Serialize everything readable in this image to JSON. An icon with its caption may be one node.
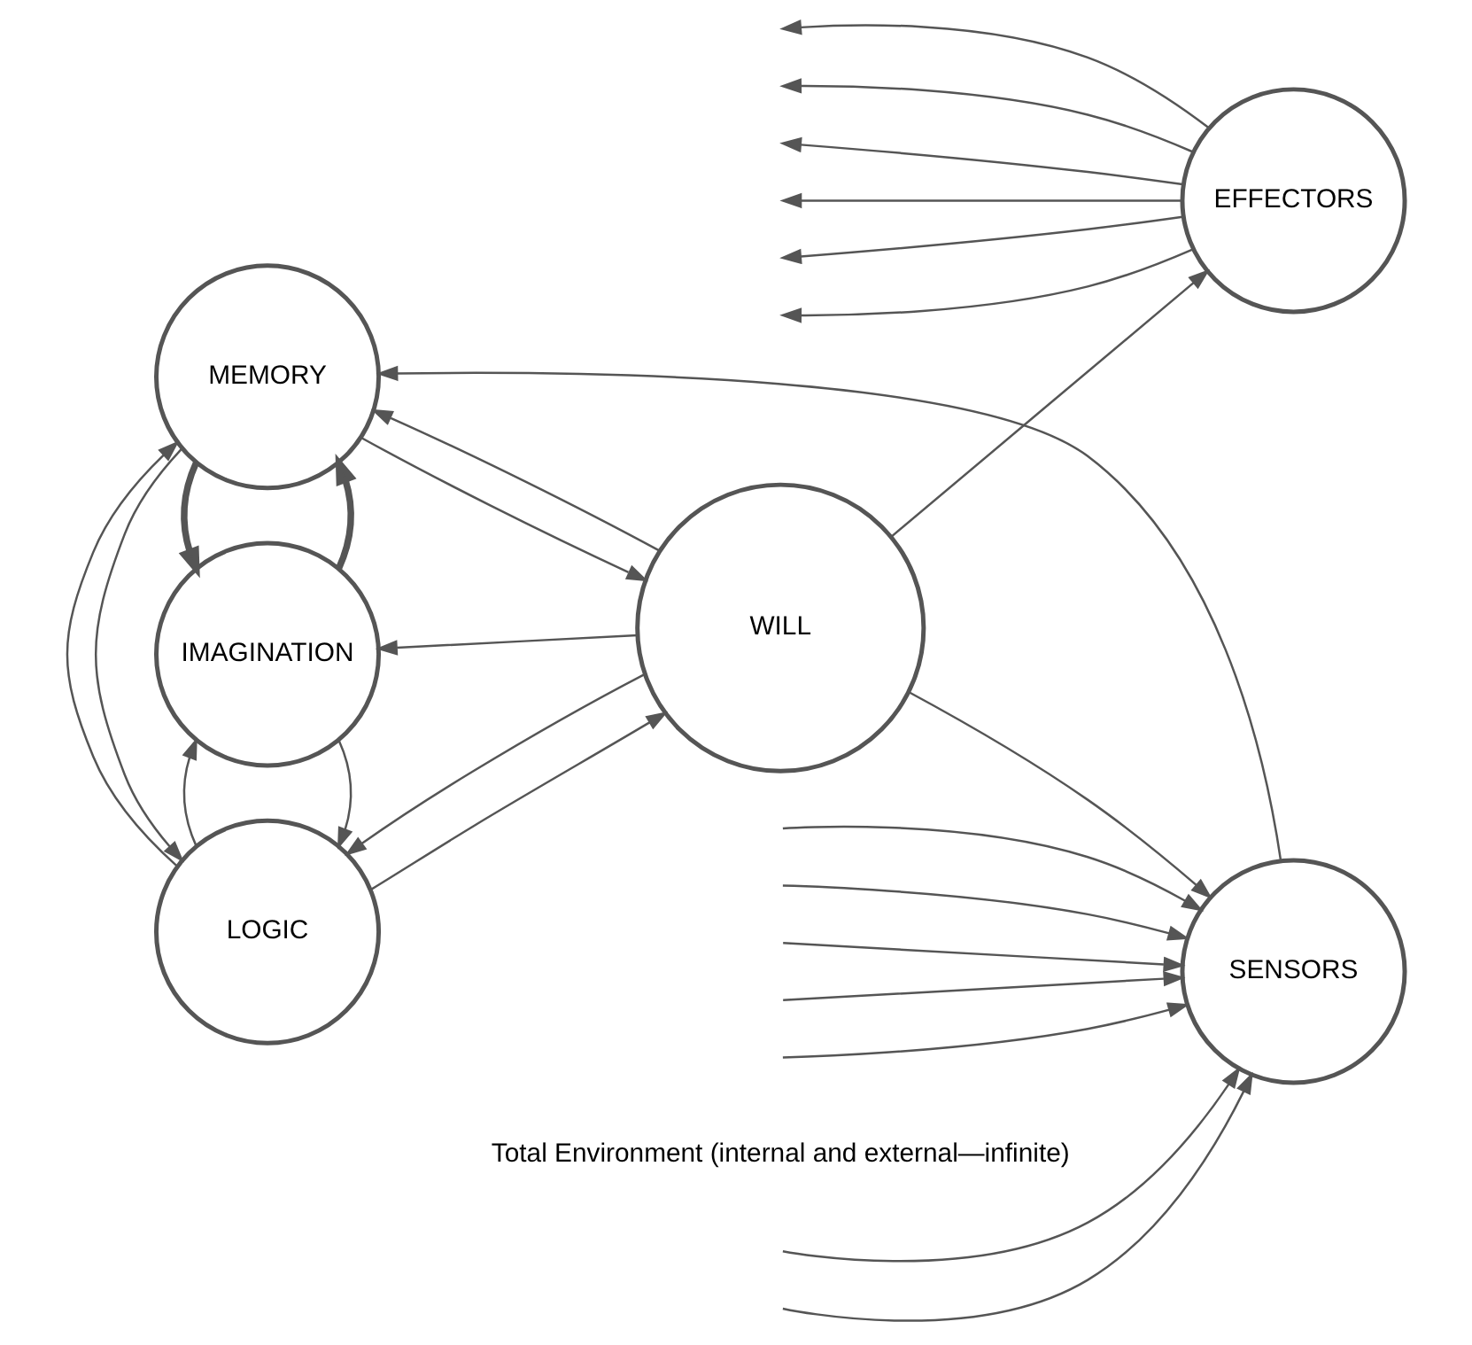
{
  "diagram": {
    "nodes": [
      {
        "text": [
          "IMAGINATION"
        ]
      },
      {
        "text": [
          "EFFECTORS"
        ]
      },
      {
        "text": [
          "WILL"
        ]
      },
      {
        "text": [
          "LOGIC"
        ]
      },
      {
        "text": [
          "SENSORS"
        ]
      },
      {
        "text": [
          "MEMORY"
        ]
      }
    ],
    "edges": [
      {
        "from": 2,
        "to": 0,
        "arrow": "to"
      },
      {
        "from": 0,
        "to": 3,
        "arrow": "to"
      },
      {
        "from": 3,
        "to": 0,
        "arrow": "to"
      },
      {
        "from": 2,
        "to": 1,
        "arrow": "to"
      },
      {
        "from": 3,
        "to": 2,
        "arrow": "to"
      },
      {
        "from": 2,
        "to": 3,
        "arrow": "to"
      },
      {
        "from": 2,
        "to": 4,
        "arrow": "to"
      },
      {
        "from": 2,
        "to": 5,
        "arrow": "to"
      },
      {
        "from": 5,
        "to": 2,
        "arrow": "to"
      },
      {
        "from": 5,
        "to": 3,
        "arrow": "to"
      },
      {
        "from": 3,
        "to": 5,
        "arrow": "to"
      },
      {
        "from": 4,
        "to": 5,
        "arrow": "to"
      },
      {
        "from": 0,
        "to": 5,
        "arrow": "to",
        "style": "thick"
      },
      {
        "from": 5,
        "to": 0,
        "arrow": "to",
        "style": "thick"
      },
      {
        "from": 1,
        "to": null,
        "arrow": "to"
      },
      {
        "from": 1,
        "to": null,
        "arrow": "to"
      },
      {
        "from": 1,
        "to": null,
        "arrow": "to"
      },
      {
        "from": 1,
        "to": null,
        "arrow": "to"
      },
      {
        "from": 1,
        "to": null,
        "arrow": "to"
      },
      {
        "from": 1,
        "to": null,
        "arrow": "to"
      },
      {
        "from": null,
        "to": 4,
        "arrow": "to"
      },
      {
        "from": null,
        "to": 4,
        "arrow": "to"
      },
      {
        "from": null,
        "to": 4,
        "arrow": "to"
      },
      {
        "from": null,
        "to": 4,
        "arrow": "to"
      },
      {
        "from": null,
        "to": 4,
        "arrow": "to"
      },
      {
        "from": null,
        "to": 4,
        "arrow": "to"
      },
      {
        "from": null,
        "to": 4,
        "arrow": "to"
      }
    ],
    "labels": [
      "Total Environment (internal and external—infinite)"
    ]
  }
}
